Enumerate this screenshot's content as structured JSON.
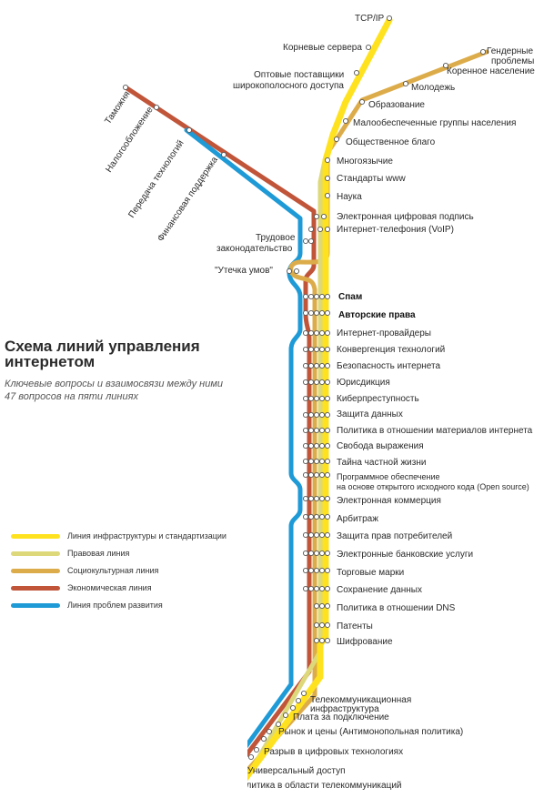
{
  "title": "Схема линий управления интернетом",
  "subtitle_line1": "Ключевые вопросы и взаимосвязи между ними",
  "subtitle_line2": "47 вопросов на пяти линиях",
  "colors": {
    "infrastructure": "#FFE21F",
    "legal": "#DDD87A",
    "sociocultural": "#DDAC4A",
    "economic": "#C0553A",
    "development": "#1E9AD6",
    "station_fill": "#ffffff",
    "station_stroke": "#555555"
  },
  "legend": [
    {
      "label": "Линия инфраструктуры и стандартизации",
      "color_key": "infrastructure"
    },
    {
      "label": "Правовая линия",
      "color_key": "legal"
    },
    {
      "label": "Социокультурная линия",
      "color_key": "sociocultural"
    },
    {
      "label": "Экономическая линия",
      "color_key": "economic"
    },
    {
      "label": "Линия проблем развития",
      "color_key": "development"
    }
  ],
  "stations": {
    "tcp_ip": "TCP/IP",
    "root_servers": "Корневые сервера",
    "wholesale_1": "Оптовые поставщики",
    "wholesale_2": "широкополосного доступа",
    "gender_1": "Гендерные",
    "gender_2": "проблемы",
    "indigenous": "Коренное население",
    "youth": "Молодежь",
    "education": "Образование",
    "low_income": "Малообеспеченные группы населения",
    "public_good": "Общественное благо",
    "multilingual": "Многоязычие",
    "www_standards": "Стандарты www",
    "science": "Наука",
    "e_signature": "Электронная цифровая подпись",
    "voip": "Интернет-телефония (VoIP)",
    "labor_1": "Трудовое",
    "labor_2": "законодательство",
    "brain_drain": "\"Утечка умов\"",
    "spam": "Спам",
    "copyright": "Авторские права",
    "isps": "Интернет-провайдеры",
    "convergence": "Конвергенция технологий",
    "internet_security": "Безопасность интернета",
    "jurisdiction": "Юрисдикция",
    "cybercrime": "Киберпреступность",
    "data_protection": "Защита данных",
    "content_policy": "Политика в отношении материалов интернета",
    "freedom_expression": "Свобода выражения",
    "privacy": "Тайна частной жизни",
    "open_source_1": "Программное обеспечение",
    "open_source_2": "на основе открытого исходного кода (Open source)",
    "e_commerce": "Электронная коммерция",
    "arbitration": "Арбитраж",
    "consumer_protection": "Защита прав потребителей",
    "e_banking": "Электронные банковские услуги",
    "trademarks": "Торговые марки",
    "data_retention": "Сохранение данных",
    "dns_policy": "Политика в отношении DNS",
    "patents": "Патенты",
    "encryption": "Шифрование",
    "telecom_infra_1": "Телекоммуникационная",
    "telecom_infra_2": "инфраструктура",
    "interconnection_fee": "Плата за подключение",
    "market_prices": "Рынок и цены (Антимонопольная политика)",
    "digital_divide": "Разрыв в цифровых технологиях",
    "universal_access": "Универсальный доступ",
    "telecom_policy": "Политика в области телекоммуникаций",
    "customs": "Таможня",
    "taxation": "Налогообложение",
    "tech_transfer": "Передача технологий",
    "financial_support": "Финансовая поддержка"
  }
}
